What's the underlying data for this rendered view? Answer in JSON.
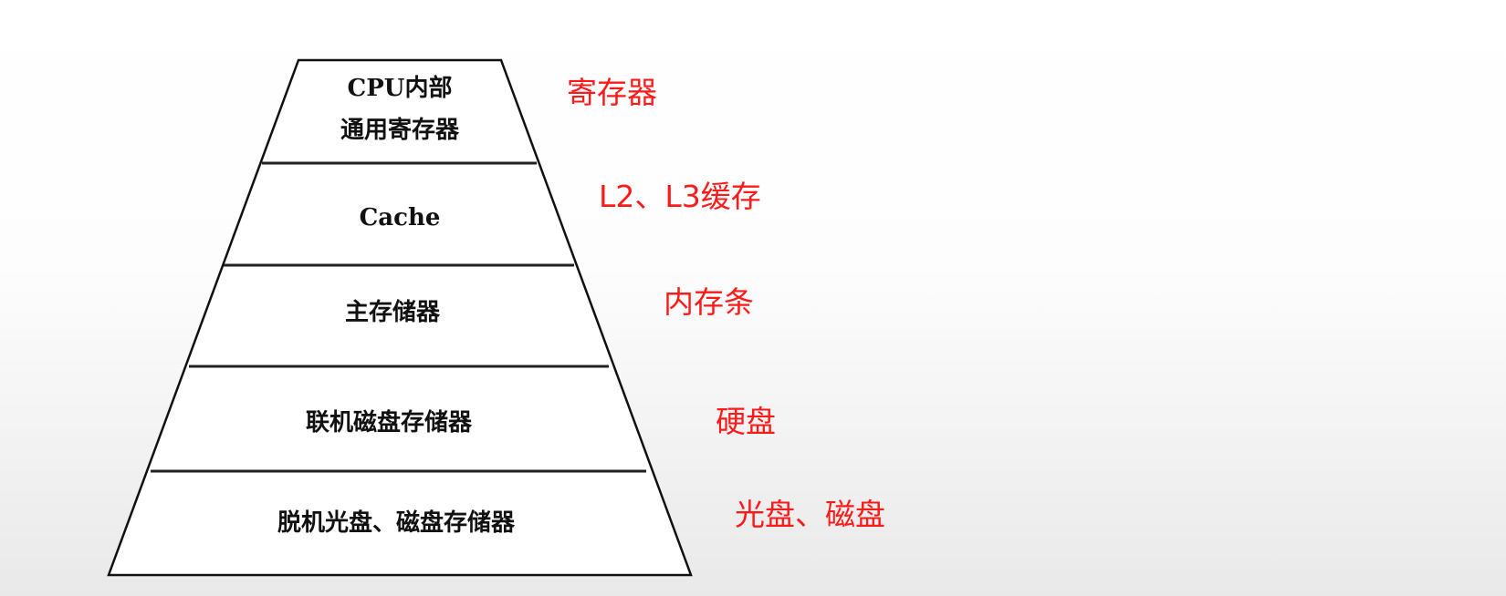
{
  "levels": [
    {
      "lines": [
        "CPU内部",
        "通用寄存器"
      ],
      "note": "寄存器"
    },
    {
      "lines": [
        "Cache"
      ],
      "note": "L2、L3缓存"
    },
    {
      "lines": [
        "主存储器"
      ],
      "note": "内存条"
    },
    {
      "lines": [
        "联机磁盘存储器"
      ],
      "note": "硬盘"
    },
    {
      "lines": [
        "脱机光盘、磁盘存储器"
      ],
      "note": "光盘、磁盘"
    }
  ],
  "colors": {
    "note": "#ff1a1a",
    "outline": "#111111"
  }
}
